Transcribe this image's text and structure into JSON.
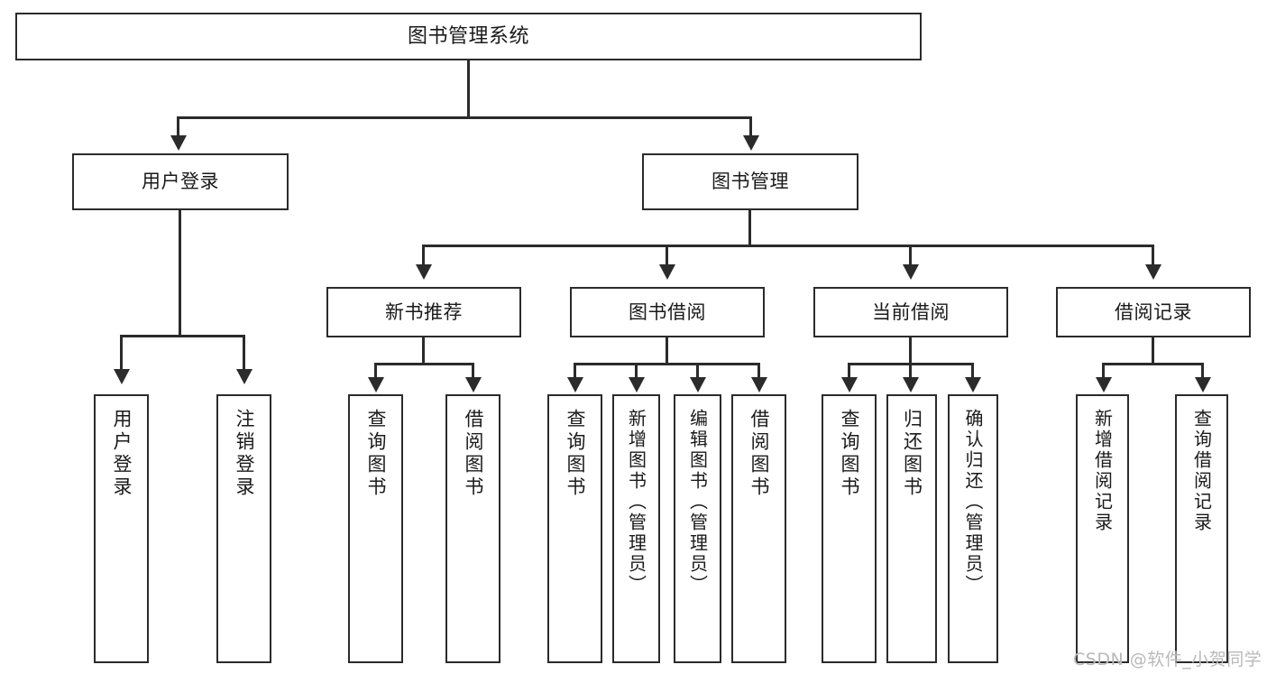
{
  "diagram": {
    "title": "图书管理系统",
    "type": "tree-hierarchy",
    "root": {
      "id": "root",
      "label": "图书管理系统"
    },
    "level1": [
      {
        "id": "user-login",
        "label": "用户登录"
      },
      {
        "id": "book-manage",
        "label": "图书管理"
      }
    ],
    "level2": [
      {
        "id": "new-book-rec",
        "label": "新书推荐",
        "parent": "book-manage"
      },
      {
        "id": "book-borrow",
        "label": "图书借阅",
        "parent": "book-manage"
      },
      {
        "id": "current-borrow",
        "label": "当前借阅",
        "parent": "book-manage"
      },
      {
        "id": "borrow-record",
        "label": "借阅记录",
        "parent": "book-manage"
      }
    ],
    "leaves": {
      "user_login": [
        {
          "id": "leaf-user-login",
          "label": "用户登录"
        },
        {
          "id": "leaf-logout",
          "label": "注销登录"
        }
      ],
      "new_book_rec": [
        {
          "id": "leaf-query-book-1",
          "label": "查询图书"
        },
        {
          "id": "leaf-borrow-book-1",
          "label": "借阅图书"
        }
      ],
      "book_borrow": [
        {
          "id": "leaf-query-book-2",
          "label": "查询图书"
        },
        {
          "id": "leaf-add-book",
          "label": "新增图书（管理员）"
        },
        {
          "id": "leaf-edit-book",
          "label": "编辑图书（管理员）"
        },
        {
          "id": "leaf-borrow-book-2",
          "label": "借阅图书"
        }
      ],
      "current_borrow": [
        {
          "id": "leaf-query-book-3",
          "label": "查询图书"
        },
        {
          "id": "leaf-return-book",
          "label": "归还图书"
        },
        {
          "id": "leaf-confirm-return",
          "label": "确认归还（管理员）"
        }
      ],
      "borrow_record": [
        {
          "id": "leaf-add-record",
          "label": "新增借阅记录"
        },
        {
          "id": "leaf-query-record",
          "label": "查询借阅记录"
        }
      ]
    }
  },
  "watermark": {
    "text": "CSDN @软件_小贺同学"
  },
  "colors": {
    "border": "#2b2b2b",
    "background": "#ffffff",
    "text": "#1a1a1a",
    "watermark": "#b9b9b9"
  }
}
